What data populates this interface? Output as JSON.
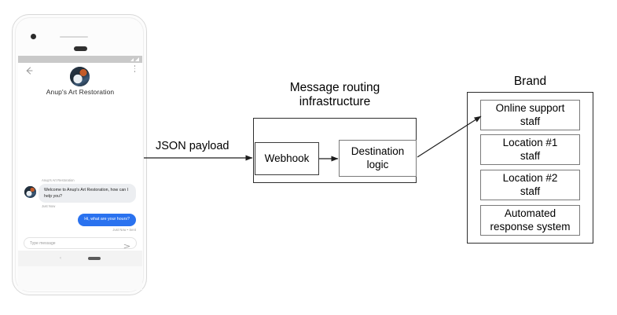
{
  "phone": {
    "status_bar": {
      "signal_icon": "signal-icon",
      "wifi_icon": "wifi-icon"
    },
    "app_bar": {
      "back_icon": "back-arrow-icon",
      "more_icon": "overflow-menu-icon",
      "avatar": "brand-avatar"
    },
    "brand_name": "Anup's Art Restoration",
    "conversation": {
      "inbound": {
        "sender": "Anup's Art Restoration",
        "text": "Welcome to Anup's Art Restoration, how can I help you?",
        "timestamp": "Just Now",
        "avatar": "brand-avatar"
      },
      "outbound": {
        "text": "Hi, what are your hours?",
        "timestamp": "Just Now • Sent"
      }
    },
    "composer": {
      "placeholder": "Type message",
      "send_icon": "send-icon"
    },
    "nav_bar": {
      "back_icon": "nav-back-icon",
      "home_icon": "nav-home-pill-icon"
    }
  },
  "diagram": {
    "json_payload_label": "JSON payload",
    "routing": {
      "title_line_1": "Message routing",
      "title_line_2": "infrastructure",
      "webhook_label": "Webhook",
      "destination_line_1": "Destination",
      "destination_line_2": "logic"
    },
    "brand": {
      "title": "Brand",
      "items": [
        {
          "line_1": "Online support",
          "line_2": "staff"
        },
        {
          "line_1": "Location #1",
          "line_2": "staff"
        },
        {
          "line_1": "Location #2",
          "line_2": "staff"
        },
        {
          "line_1": "Automated",
          "line_2": "response system"
        }
      ]
    }
  },
  "colors": {
    "outbound_bubble": "#2a72ef",
    "inbound_bubble": "#eceef1",
    "stroke": "#2d2d2d",
    "box_border_grey": "#7a7a7a",
    "muted_text": "#9b9b9b"
  }
}
